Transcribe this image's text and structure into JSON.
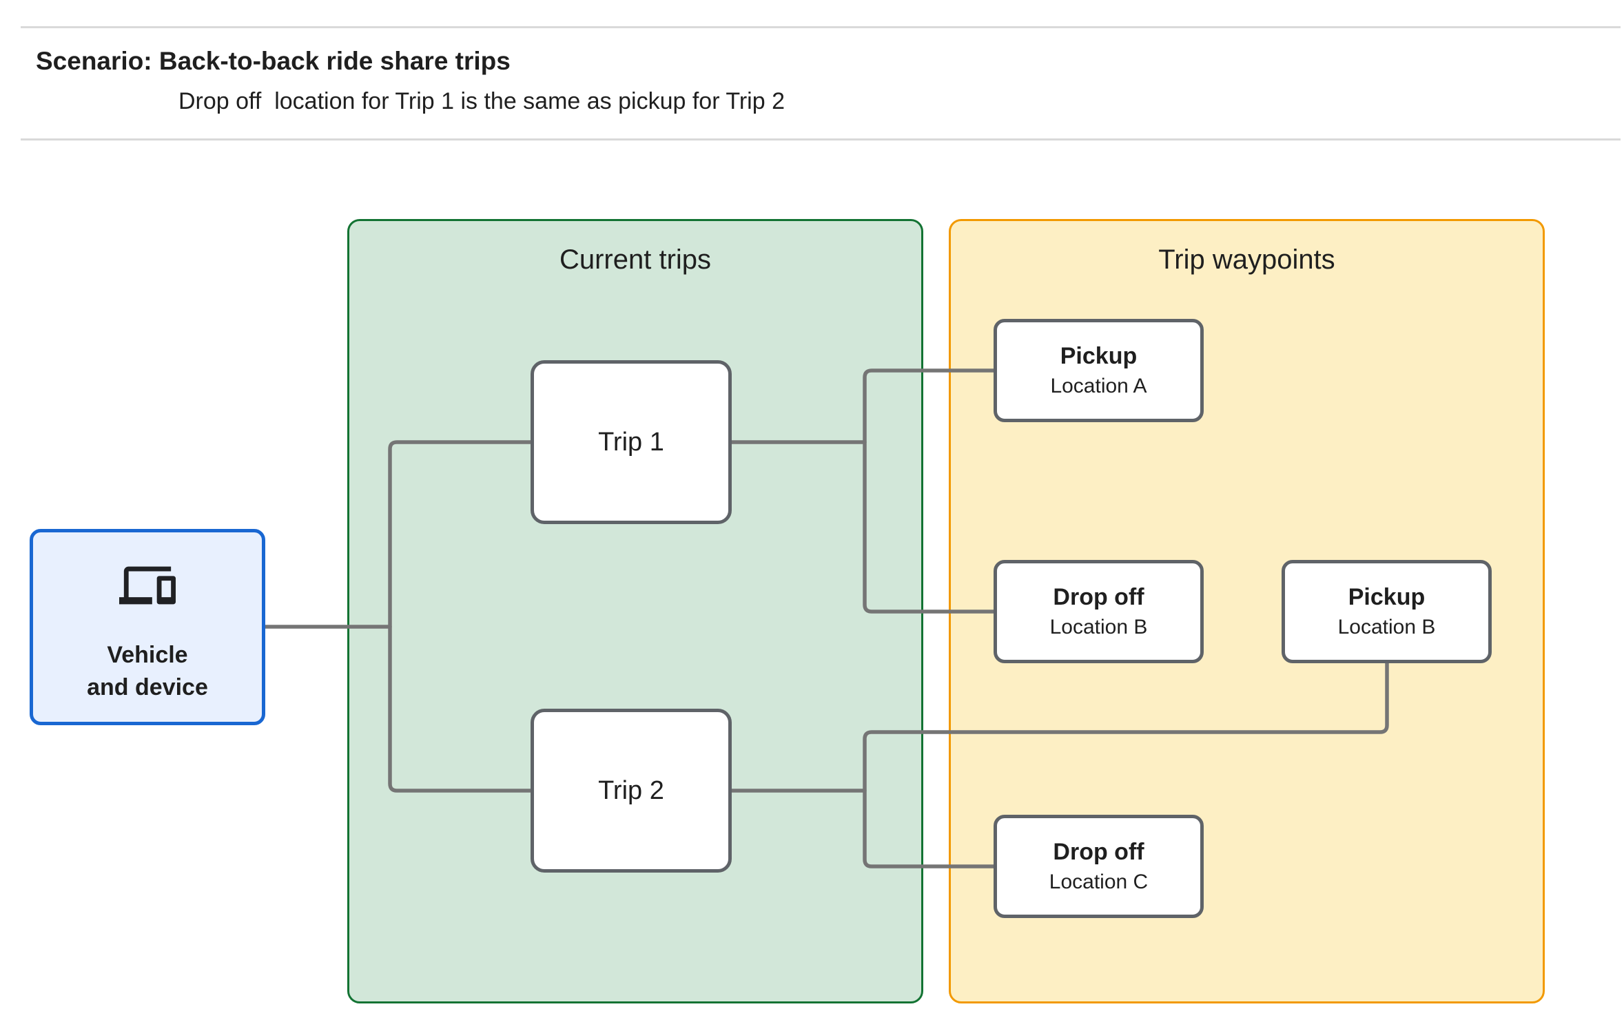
{
  "header": {
    "title": "Scenario: Back-to-back ride share trips",
    "subtitle": "Drop off  location for Trip 1 is the same as pickup for Trip 2"
  },
  "vehicle_box": {
    "line1": "Vehicle",
    "line2": "and device",
    "icon": "devices-icon"
  },
  "containers": {
    "current_trips": {
      "title": "Current trips"
    },
    "trip_waypoints": {
      "title": "Trip waypoints"
    }
  },
  "trip_boxes": [
    {
      "label": "Trip 1"
    },
    {
      "label": "Trip 2"
    }
  ],
  "waypoint_boxes": [
    {
      "title": "Pickup",
      "location": "Location A"
    },
    {
      "title": "Drop off",
      "location": "Location B"
    },
    {
      "title": "Pickup",
      "location": "Location B"
    },
    {
      "title": "Drop off",
      "location": "Location C"
    }
  ],
  "colors": {
    "vehicle_fill": "#e8f0fe",
    "vehicle_border": "#1967d2",
    "current_trips_fill": "#d2e7d9",
    "current_trips_border": "#137333",
    "waypoints_fill": "#fdefc4",
    "waypoints_border": "#f29900",
    "node_border": "#5f6368",
    "connector": "#757575"
  }
}
